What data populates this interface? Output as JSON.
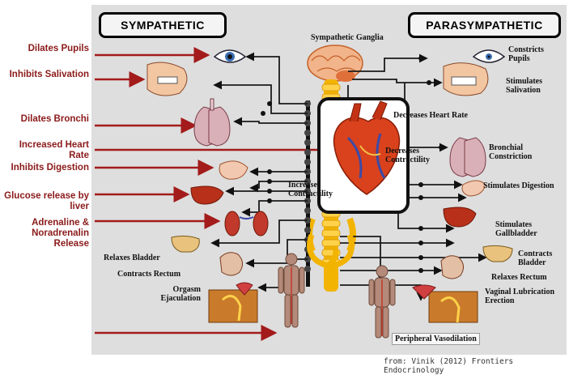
{
  "headers": {
    "left": "SYMPATHETIC",
    "right": "PARASYMPATHETIC"
  },
  "sympathetic_effects": [
    "Dilates Pupils",
    "Inhibits Salivation",
    "Dilates Bronchi",
    "Increased Heart Rate",
    "Inhibits Digestion",
    "Glucose release by liver",
    "Adrenaline & Noradrenalin Release"
  ],
  "center_labels": {
    "ganglia": "Sympathetic Ganglia",
    "decreases_heart_rate": "Decreases Heart Rate",
    "decreases_contractility": "Decreases Contractility",
    "increases_contractility": "Increases Contractility"
  },
  "left_inner_labels": {
    "relaxes_bladder": "Relaxes Bladder",
    "contracts_rectum": "Contracts Rectum",
    "orgasm_ejaculation": "Orgasm Ejaculation"
  },
  "parasympathetic_effects": {
    "constricts_pupils": "Constricts Pupils",
    "stimulates_salivation": "Stimulates Salivation",
    "bronchial_constriction": "Bronchial Constriction",
    "stimulates_digestion": "Stimulates Digestion",
    "stimulates_gallbladder": "Stimulates Gallbladder",
    "contracts_bladder": "Contracts Bladder",
    "relaxes_rectum": "Relaxes Rectum",
    "vaginal_lubrication_erection": "Vaginal Lubrication Erection",
    "peripheral_vasodilation": "Peripheral Vasodilation"
  },
  "citation": "from: Vinik (2012) Frontiers Endocrinology",
  "colors": {
    "arrow": "#a31b1b",
    "nerve": "#1a1a1a",
    "panel": "#dcdcdc",
    "spine": "#f2b400"
  }
}
